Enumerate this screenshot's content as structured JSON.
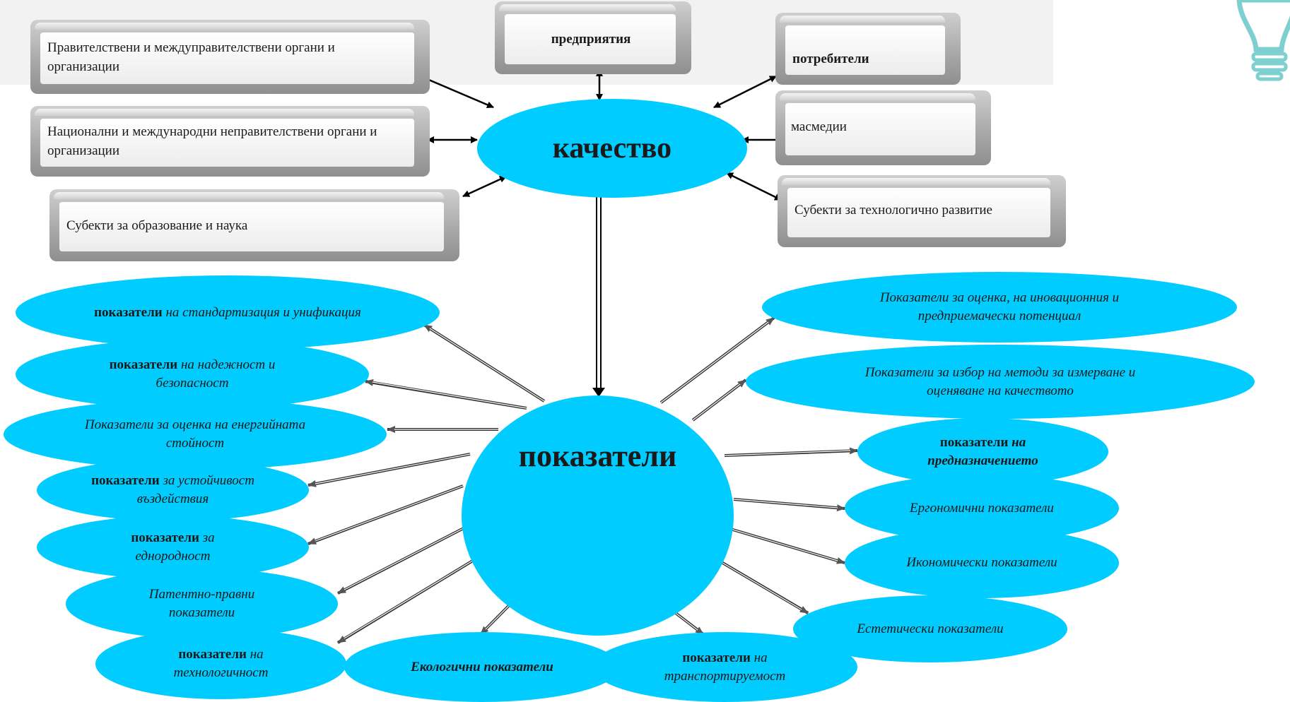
{
  "center_quality": "качество",
  "center_indicators": "показатели",
  "stakeholders": {
    "government": "Правителствени и междуправителствени органи и организации",
    "enterprises": "предприятия",
    "consumers": "потребители",
    "ngo": "Национални и международни неправителствени органи и организации",
    "media": "масмедии",
    "education": "Субекти за образование и наука",
    "tech": "Субекти за технологично развитие"
  },
  "indicators": {
    "standardization": {
      "bold": "показатели",
      "rest": " на стандартизация и унификация"
    },
    "reliability": {
      "bold": "показатели",
      "rest": " на надежност и безопасност"
    },
    "energy": "Показатели за оценка на енергийната стойност",
    "resistance": {
      "bold": "показатели",
      "rest": " за устойчивост въздействия"
    },
    "homogeneity": {
      "bold": "показатели",
      "rest": " за еднородност"
    },
    "patent": "Патентно-правни показатели",
    "technology": {
      "bold": "показатели",
      "rest": " на технологичност"
    },
    "ecological": "Екологични показатели",
    "transport": {
      "bold": "показатели",
      "rest": " на транспортируемост"
    },
    "aesthetic": "Естетически показатели",
    "economic": "Икономически показатели",
    "ergonomic": "Ергономични показатели",
    "purpose": {
      "bold": "показатели",
      "rest": " на предназначението"
    },
    "methods": "Показатели за избор на методи за измерване и оценяване на качеството",
    "innovation": "Показатели за оценка, на иновационния и предприемачески потенциал"
  },
  "colors": {
    "ellipse": "#00ccff",
    "box": "#b3b3b3",
    "arrow": "#000000"
  }
}
